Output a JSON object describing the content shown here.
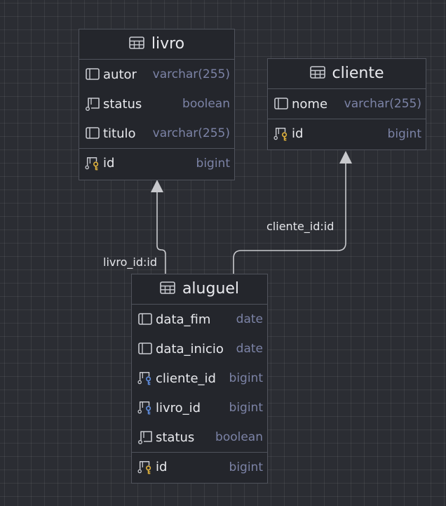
{
  "tables": {
    "livro": {
      "name": "livro",
      "columns": [
        {
          "name": "autor",
          "type": "varchar(255)",
          "kind": "column"
        },
        {
          "name": "status",
          "type": "boolean",
          "kind": "column"
        },
        {
          "name": "titulo",
          "type": "varchar(255)",
          "kind": "column"
        },
        {
          "name": "id",
          "type": "bigint",
          "kind": "primary-key"
        }
      ]
    },
    "cliente": {
      "name": "cliente",
      "columns": [
        {
          "name": "nome",
          "type": "varchar(255)",
          "kind": "column"
        },
        {
          "name": "id",
          "type": "bigint",
          "kind": "primary-key"
        }
      ]
    },
    "aluguel": {
      "name": "aluguel",
      "columns": [
        {
          "name": "data_fim",
          "type": "date",
          "kind": "column"
        },
        {
          "name": "data_inicio",
          "type": "date",
          "kind": "column"
        },
        {
          "name": "cliente_id",
          "type": "bigint",
          "kind": "foreign-key"
        },
        {
          "name": "livro_id",
          "type": "bigint",
          "kind": "foreign-key"
        },
        {
          "name": "status",
          "type": "boolean",
          "kind": "column"
        },
        {
          "name": "id",
          "type": "bigint",
          "kind": "primary-key"
        }
      ]
    }
  },
  "relations": [
    {
      "label": "livro_id:id",
      "from": "aluguel",
      "to": "livro"
    },
    {
      "label": "cliente_id:id",
      "from": "aluguel",
      "to": "cliente"
    }
  ],
  "colors": {
    "background": "#2b2d33",
    "table_bg": "#24262c",
    "border": "#50535c",
    "text": "#e8e9ed",
    "type_text": "#7c83a6",
    "edge": "#c8c9cd",
    "key_gold": "#e0b23c",
    "key_blue": "#5f8ee0"
  }
}
